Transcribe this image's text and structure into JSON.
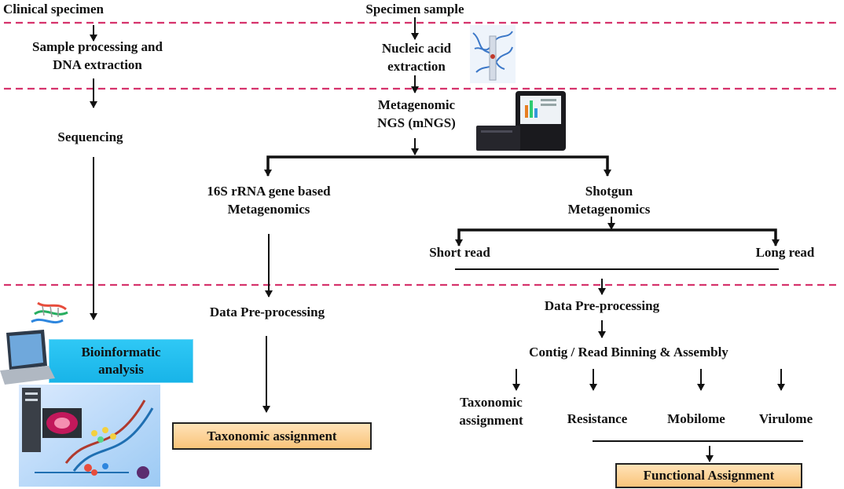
{
  "columns": {
    "left": {
      "header": "Clinical specimen",
      "step1_line1": "Sample processing and",
      "step1_line2": "DNA extraction",
      "step2": "Sequencing",
      "bio_line1": "Bioinformatic",
      "bio_line2": "analysis"
    },
    "middle": {
      "header": "Specimen sample",
      "extraction_line1": "Nucleic acid",
      "extraction_line2": "extraction",
      "mngs_line1": "Metagenomic",
      "mngs_line2": "NGS (mNGS)"
    },
    "branch_16s": {
      "line1": "16S rRNA  gene based",
      "line2": "Metagenomics",
      "preprocessing": "Data Pre-processing",
      "result": "Taxonomic assignment"
    },
    "branch_shotgun": {
      "line1": "Shotgun",
      "line2": "Metagenomics",
      "short_read": "Short read",
      "long_read": "Long read",
      "preprocessing": "Data Pre-processing",
      "assembly": "Contig / Read Binning & Assembly",
      "outputs": {
        "taxonomic_line1": "Taxonomic",
        "taxonomic_line2": "assignment",
        "resistance": "Resistance",
        "mobilome": "Mobilome",
        "virulome": "Virulome"
      },
      "result": "Functional Assignment"
    }
  },
  "colors": {
    "divider": "#d6336c",
    "arrow": "#111111",
    "bio_box": "#22bdef",
    "result_box": "#f9c47a"
  }
}
